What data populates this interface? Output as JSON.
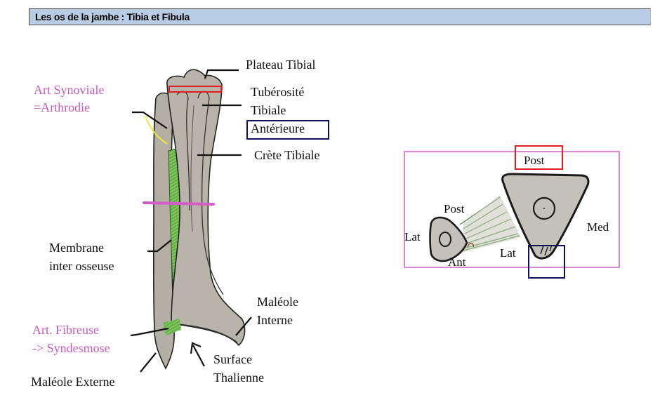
{
  "header": {
    "title": "Les os de la jambe : Tibia et Fibula"
  },
  "leg_diagram": {
    "labels": {
      "plateau_tibial": "Plateau Tibial",
      "art_synoviale_1": "Art Synoviale",
      "art_synoviale_2": "=Arthrodie",
      "tuberosite_1": "Tubérosité",
      "tuberosite_2": "Tibiale",
      "tuberosite_3": "Antérieure",
      "crete_tibiale": "Crète Tibiale",
      "membrane_1": "Membrane",
      "membrane_2": "inter osseuse",
      "maleole_interne_1": "Maléole",
      "maleole_interne_2": "Interne",
      "art_fibreuse_1": "Art. Fibreuse",
      "art_fibreuse_2": "-> Syndesmose",
      "surface_1": "Surface",
      "surface_2": "Thalienne",
      "maleole_externe": "Maléole Externe"
    }
  },
  "cross_section": {
    "labels": {
      "tibia_post": "Post",
      "tibia_med": "Med",
      "tibia_lat": "Lat",
      "fibula_post": "Post",
      "fibula_lat": "Lat",
      "fibula_ant": "Ant"
    }
  },
  "colors": {
    "header_bg": "#b8cce4",
    "bone": "#b5b1a6",
    "membrane": "#5aa83a",
    "pink_annotation": "#cc5bbf",
    "red_box": "#e02020",
    "navy_box": "#10105a",
    "yellow_line": "#f2ea3a"
  }
}
